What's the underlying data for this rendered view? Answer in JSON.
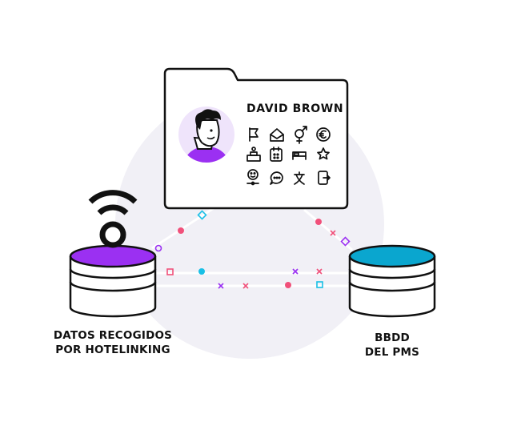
{
  "profile": {
    "name": "DAVID BROWN",
    "icons": [
      "flag-icon",
      "open-envelope-icon",
      "gender-icon",
      "euro-icon",
      "podium-icon",
      "calendar-icon",
      "bed-icon",
      "star-icon",
      "smiley-slider-icon",
      "chat-bubble-icon",
      "language-icon",
      "app-login-icon"
    ]
  },
  "left_db": {
    "label_line1": "DATOS RECOGIDOS",
    "label_line2": "POR HOTELINKING",
    "color": "#9b30f2"
  },
  "right_db": {
    "label_line1": "BBDD",
    "label_line2": "DEL PMS",
    "color": "#0aa6cf"
  },
  "colors": {
    "background_circle": "#f1f0f6",
    "pink": "#f1507a",
    "purple": "#9b30f2",
    "cyan": "#19c0e6",
    "stroke": "#111111"
  }
}
